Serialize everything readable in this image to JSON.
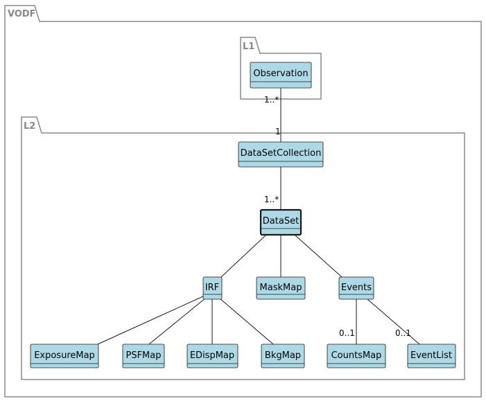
{
  "packages": {
    "vodf": "VODF",
    "l1": "L1",
    "l2": "L2"
  },
  "classes": {
    "observation": "Observation",
    "dataset_collection": "DataSetCollection",
    "dataset": "DataSet",
    "irf": "IRF",
    "mask_map": "MaskMap",
    "events": "Events",
    "exposure_map": "ExposureMap",
    "psf_map": "PSFMap",
    "edisp_map": "EDispMap",
    "bkg_map": "BkgMap",
    "counts_map": "CountsMap",
    "event_list": "EventList"
  },
  "multiplicities": {
    "obs_side": "1..*",
    "collection_side": "1",
    "dataset_side": "1..*",
    "counts_side": "0..1",
    "eventlist_side": "0..1"
  },
  "colors": {
    "class_fill": "#add8e6",
    "frame_stroke": "#888888"
  }
}
